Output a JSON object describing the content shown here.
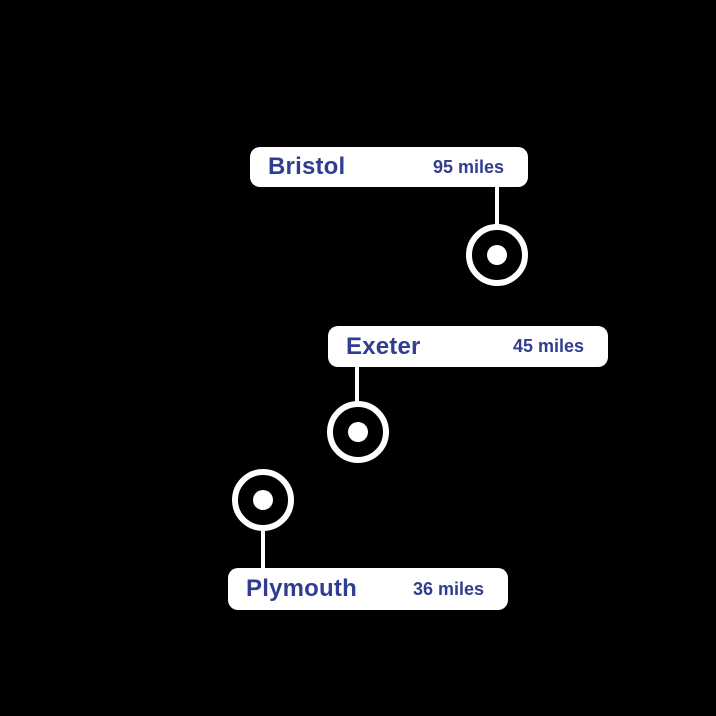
{
  "colors": {
    "background": "#000000",
    "label_background": "#ffffff",
    "text": "#313d90",
    "marker": "#ffffff"
  },
  "callouts": [
    {
      "city": "Bristol",
      "distance": "95 miles"
    },
    {
      "city": "Exeter",
      "distance": "45 miles"
    },
    {
      "city": "Plymouth",
      "distance": "36 miles"
    }
  ]
}
